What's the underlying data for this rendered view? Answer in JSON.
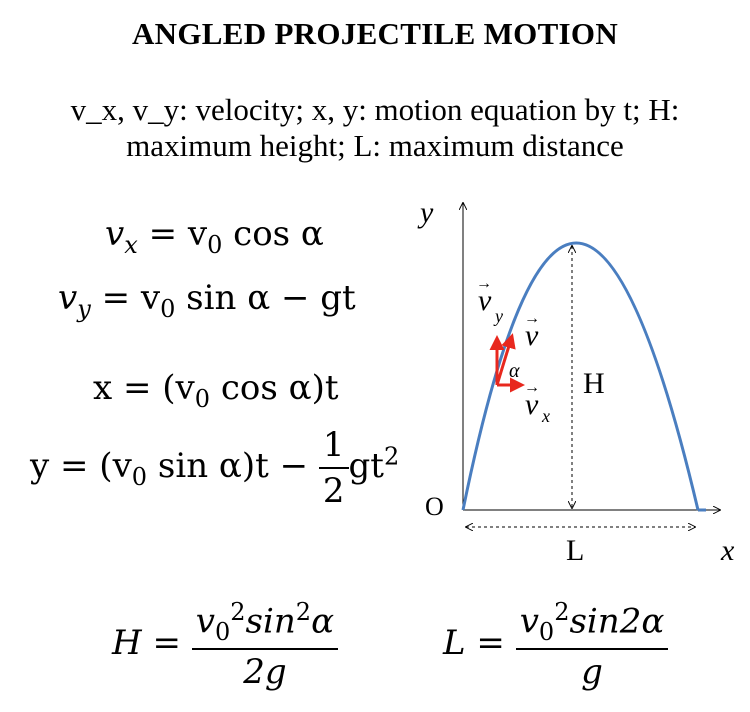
{
  "title": "ANGLED PROJECTILE MOTION",
  "subtitle": "v_x, v_y: velocity; x, y: motion equation by t; H: maximum height; L: maximum distance",
  "diagram": {
    "y_axis_label": "y",
    "x_axis_label": "x",
    "origin_label": "O",
    "height_label": "H",
    "distance_label": "L",
    "angle_label": "α",
    "vel_label": "v",
    "vel_y_label": "v",
    "vel_y_sub": "y",
    "vel_x_label": "v",
    "vel_x_sub": "x",
    "arrow_mark": "→",
    "curve_color": "#4A7EC0",
    "vector_color": "#E8281E"
  },
  "equations": {
    "vx": {
      "lhs": "v",
      "sub": "x",
      "rest": " = v",
      "sub0": "0",
      "tail": " cos α"
    },
    "vy": {
      "lhs": "v",
      "sub": "y",
      "rest": " = v",
      "sub0": "0",
      "tail": " sin α − gt"
    },
    "x": {
      "text": "x = (v",
      "sub0": "0",
      "tail": " cos α)t"
    },
    "y": {
      "text": "y = (v",
      "sub0": "0",
      "tail": " sin α)t − ",
      "num": "1",
      "den": "2",
      "end": "gt",
      "sup": "2"
    },
    "H": {
      "lhs": "H = ",
      "num_v": "v",
      "num_sub": "0",
      "num_sup": "2",
      "num_rest": "sin",
      "num_sup2": "2",
      "num_alpha": "α",
      "den": "2g"
    },
    "L": {
      "lhs": "L = ",
      "num_v": "v",
      "num_sub": "0",
      "num_sup": "2",
      "num_rest": "sin2α",
      "den": "g"
    }
  }
}
